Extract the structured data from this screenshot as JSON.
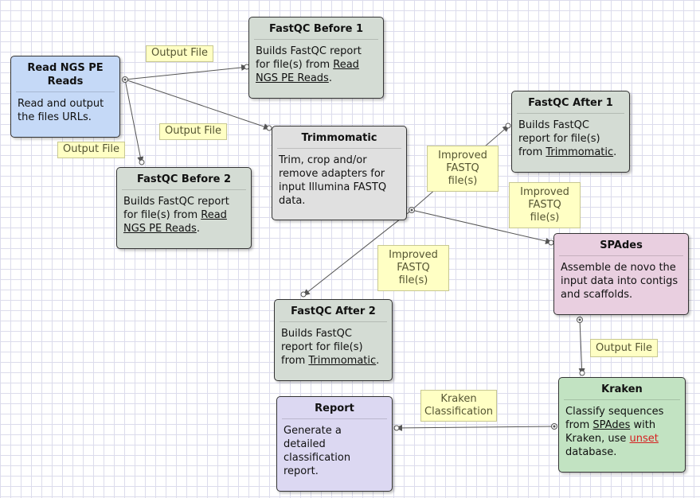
{
  "colors": {
    "blue": "#c5d9f7",
    "grey_green": "#d4dcd4",
    "grey": "#e0e0e0",
    "pink": "#e9cfe0",
    "green": "#c2e3c2",
    "lavender": "#dcd8f2",
    "label_bg": "#ffffc4",
    "link": "#d62020"
  },
  "nodes": {
    "read": {
      "title": "Read NGS PE Reads",
      "desc": "Read and output the files URLs."
    },
    "fqb1": {
      "title": "FastQC Before 1",
      "desc_pre": "Builds FastQC report for file(s) from ",
      "desc_link": "Read NGS PE Reads",
      "desc_post": "."
    },
    "fqb2": {
      "title": "FastQC Before 2",
      "desc_pre": "Builds FastQC report for file(s) from ",
      "desc_link": "Read NGS PE Reads",
      "desc_post": "."
    },
    "trim": {
      "title": "Trimmomatic",
      "desc": "Trim, crop and/or remove adapters for input Illumina FASTQ data."
    },
    "fqa1": {
      "title": "FastQC After 1",
      "desc_pre": "Builds FastQC report for file(s) from ",
      "desc_link": "Trimmomatic",
      "desc_post": "."
    },
    "fqa2": {
      "title": "FastQC After 2",
      "desc_pre": "Builds FastQC report for file(s) from ",
      "desc_link": "Trimmomatic",
      "desc_post": "."
    },
    "spades": {
      "title": "SPAdes",
      "desc": "Assemble de novo the input data into contigs and scaffolds."
    },
    "kraken": {
      "title": "Kraken",
      "desc_pre": "Classify sequences from ",
      "desc_link": "SPAdes",
      "desc_mid": " with Kraken, use ",
      "desc_link2": "unset",
      "desc_post": " database."
    },
    "report": {
      "title": "Report",
      "desc": "Generate a detailed classification report."
    }
  },
  "labels": {
    "out1": "Output File",
    "out2": "Output File",
    "out3": "Output File",
    "imp1": "Improved FASTQ file(s)",
    "imp2": "Improved FASTQ file(s)",
    "imp3": "Improved FASTQ file(s)",
    "out4": "Output File",
    "kraken_class": "Kraken Classification"
  }
}
